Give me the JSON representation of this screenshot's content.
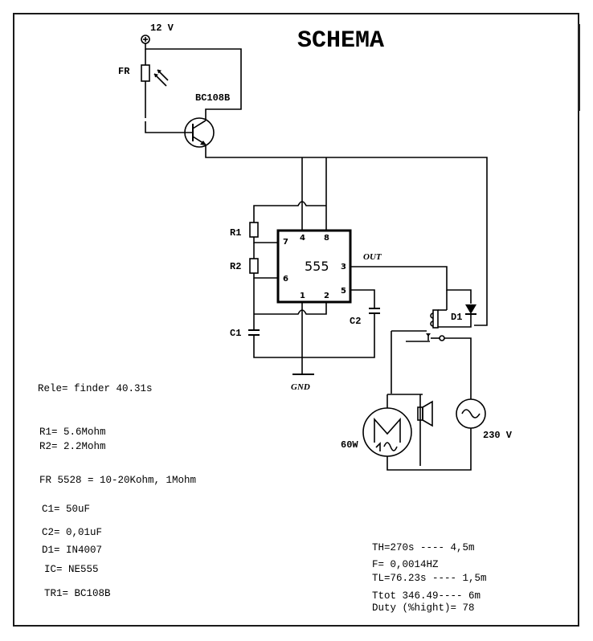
{
  "title": "SCHEMA",
  "labels": {
    "supply": "12 V",
    "photoresistor": "FR",
    "transistor": "BC108B",
    "r1": "R1",
    "r2": "R2",
    "c1": "C1",
    "c2": "C2",
    "d1": "D1",
    "ic": "555",
    "out": "OUT",
    "gnd": "GND",
    "lamp": "60W",
    "mains": "230 V",
    "pins": {
      "p1": "1",
      "p2": "2",
      "p3": "3",
      "p4": "4",
      "p5": "5",
      "p6": "6",
      "p7": "7",
      "p8": "8"
    }
  },
  "notes_left": [
    "Rele= finder 40.31s",
    "R1= 5.6Mohm",
    "R2= 2.2Mohm",
    "FR 5528 = 10-20Kohm, 1Mohm",
    "C1= 50uF",
    "C2= 0,01uF",
    "D1= IN4007",
    "IC= NE555",
    "TR1= BC108B"
  ],
  "notes_right": [
    "TH=270s ---- 4,5m",
    "F= 0,0014HZ",
    "TL=76.23s ---- 1,5m",
    "Ttot 346.49---- 6m",
    "Duty (%hight)= 78"
  ]
}
